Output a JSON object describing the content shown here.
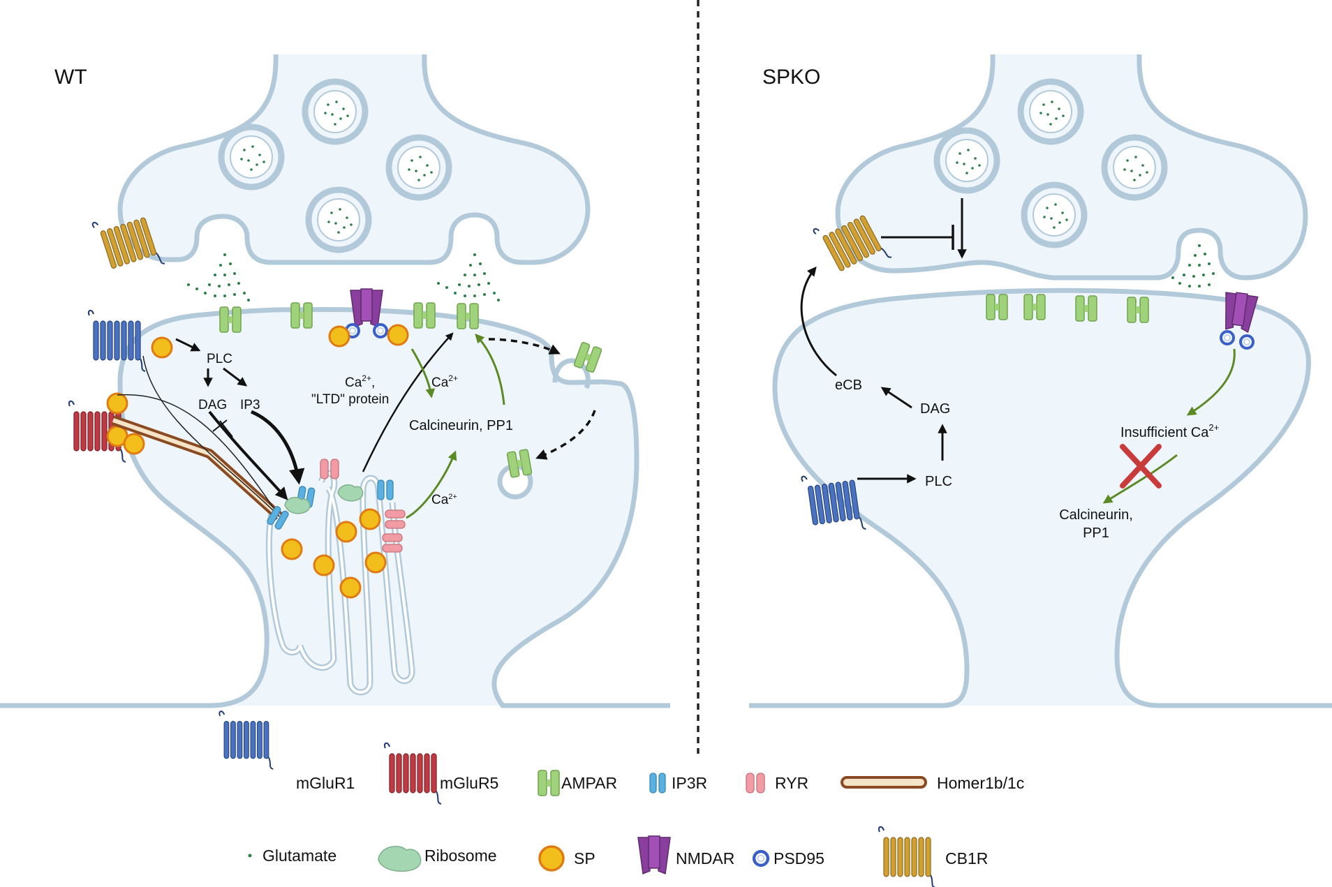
{
  "panels": {
    "wt": {
      "title": "WT",
      "labels": {
        "plc": "PLC",
        "dag": "DAG",
        "ip3": "IP3",
        "ca_ltd_1": "Ca",
        "ca_ltd_sup": "2+",
        "ca_ltd_2": ",",
        "ltd_protein": "\"LTD\" protein",
        "ca_top": "Ca",
        "ca_top_sup": "2+",
        "calcineurin": "Calcineurin, PP1",
        "ca_bottom": "Ca",
        "ca_bottom_sup": "2+"
      }
    },
    "spko": {
      "title": "SPKO",
      "labels": {
        "ecb": "eCB",
        "dag": "DAG",
        "plc": "PLC",
        "insufficient": "Insufficient Ca",
        "insufficient_sup": "2+",
        "calcineurin_1": "Calcineurin,",
        "calcineurin_2": "PP1"
      }
    }
  },
  "legend": {
    "mglur1": "mGluR1",
    "mglur5": "mGluR5",
    "ampar": "AMPAR",
    "ip3r": "IP3R",
    "ryr": "RYR",
    "homer": "Homer1b/1c",
    "glutamate": "Glutamate",
    "ribosome": "Ribosome",
    "sp": "SP",
    "nmdar": "NMDAR",
    "psd95": "PSD95",
    "cb1r": "CB1R"
  },
  "colors": {
    "cell_fill": "#eef5fb",
    "membrane": "#b2c9da",
    "mglur1": "#4a72c0",
    "mglur5": "#c03a44",
    "ampar": "#9fd27a",
    "ip3r": "#5ab0e0",
    "ryr": "#f19ca4",
    "homer": "#8a4a22",
    "sp": "#f2be1c",
    "nmdar": "#8a3f9e",
    "psd95": "#3a5fc8",
    "cb1r": "#d2a032",
    "glutamate": "#2f7f4a",
    "ribosome": "#a5d6b2",
    "arrow_green": "#5b8a24",
    "cross": "#c93a3a"
  }
}
